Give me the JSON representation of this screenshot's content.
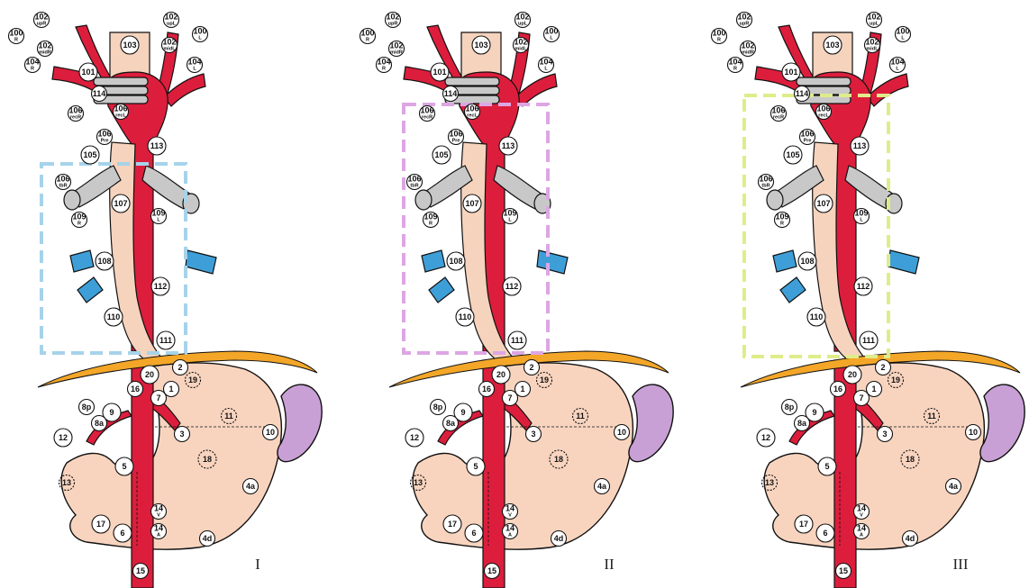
{
  "colors": {
    "artery": "#dc1e3c",
    "esophagus": "#f6d3bd",
    "stomach": "#f8d4bf",
    "diaphragm": "#f3a628",
    "spleen": "#c9a0d6",
    "bronchi": "#c8c8c8",
    "vessel_blue": "#3e9fd8",
    "line": "#111111"
  },
  "panels": [
    {
      "label": "I",
      "box_color": "#a6d3ea"
    },
    {
      "label": "II",
      "box_color": "#dda6e3"
    },
    {
      "label": "III",
      "box_color": "#dfec8a"
    }
  ],
  "nodes": [
    {
      "main": "100",
      "sub": "R"
    },
    {
      "main": "102",
      "sub": "upR"
    },
    {
      "main": "102",
      "sub": "midR"
    },
    {
      "main": "104",
      "sub": "R"
    },
    {
      "main": "102",
      "sub": "upL"
    },
    {
      "main": "100",
      "sub": "L"
    },
    {
      "main": "102",
      "sub": "midL"
    },
    {
      "main": "104",
      "sub": "L"
    },
    {
      "main": "103",
      "sub": ""
    },
    {
      "main": "101",
      "sub": ""
    },
    {
      "main": "114",
      "sub": ""
    },
    {
      "main": "106",
      "sub": "recR"
    },
    {
      "main": "106",
      "sub": "recL"
    },
    {
      "main": "106",
      "sub": "Pre"
    },
    {
      "main": "113",
      "sub": ""
    },
    {
      "main": "105",
      "sub": ""
    },
    {
      "main": "106",
      "sub": "tbR"
    },
    {
      "main": "107",
      "sub": ""
    },
    {
      "main": "109",
      "sub": "R"
    },
    {
      "main": "109",
      "sub": "L"
    },
    {
      "main": "108",
      "sub": ""
    },
    {
      "main": "112",
      "sub": ""
    },
    {
      "main": "110",
      "sub": ""
    },
    {
      "main": "111",
      "sub": ""
    },
    {
      "main": "20",
      "sub": ""
    },
    {
      "main": "2",
      "sub": ""
    },
    {
      "main": "19",
      "sub": ""
    },
    {
      "main": "16",
      "sub": ""
    },
    {
      "main": "7",
      "sub": ""
    },
    {
      "main": "1",
      "sub": ""
    },
    {
      "main": "8p",
      "sub": ""
    },
    {
      "main": "9",
      "sub": ""
    },
    {
      "main": "8a",
      "sub": ""
    },
    {
      "main": "12",
      "sub": ""
    },
    {
      "main": "3",
      "sub": ""
    },
    {
      "main": "11",
      "sub": ""
    },
    {
      "main": "10",
      "sub": ""
    },
    {
      "main": "18",
      "sub": ""
    },
    {
      "main": "5",
      "sub": ""
    },
    {
      "main": "4a",
      "sub": ""
    },
    {
      "main": "13",
      "sub": ""
    },
    {
      "main": "14",
      "sub": "V"
    },
    {
      "main": "14",
      "sub": "A"
    },
    {
      "main": "17",
      "sub": ""
    },
    {
      "main": "6",
      "sub": ""
    },
    {
      "main": "4d",
      "sub": ""
    },
    {
      "main": "15",
      "sub": ""
    }
  ]
}
